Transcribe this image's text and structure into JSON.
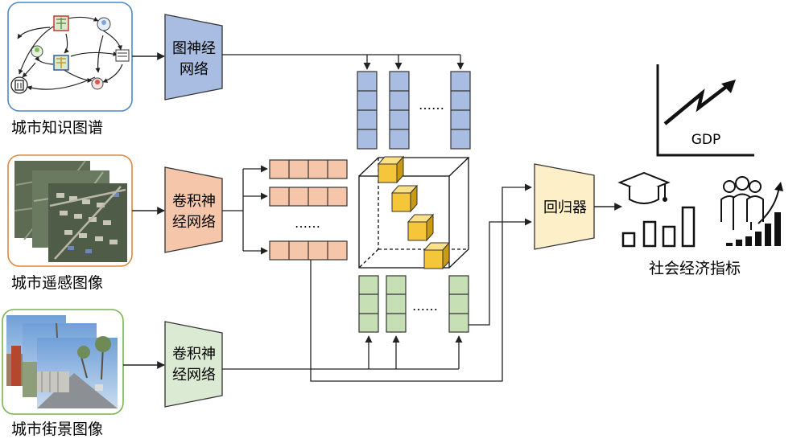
{
  "inputs": {
    "kg_label": "城市知识图谱",
    "rs_label": "城市遥感图像",
    "sv_label": "城市街景图像"
  },
  "networks": {
    "gnn_line1": "图神经",
    "gnn_line2": "网络",
    "cnn_rs_line1": "卷积神",
    "cnn_rs_line2": "经网络",
    "cnn_sv_line1": "卷积神",
    "cnn_sv_line2": "经网络",
    "regressor": "回归器"
  },
  "outputs": {
    "gdp": "GDP",
    "indicators_label": "社会经济指标"
  },
  "ellipsis": "……",
  "colors": {
    "gnn": "#a9bde3",
    "cnn_rs": "#f6c6aa",
    "cnn_sv": "#dbead2",
    "regressor": "#fdf0c9",
    "vec_blue": "#a9bde3",
    "vec_orange": "#f6c6aa",
    "vec_green": "#c6dfb5",
    "cube_fill": "#f6c63a",
    "kg_border": "#4f89c8",
    "rs_border": "#e0883d",
    "sv_border": "#7ab44e"
  }
}
